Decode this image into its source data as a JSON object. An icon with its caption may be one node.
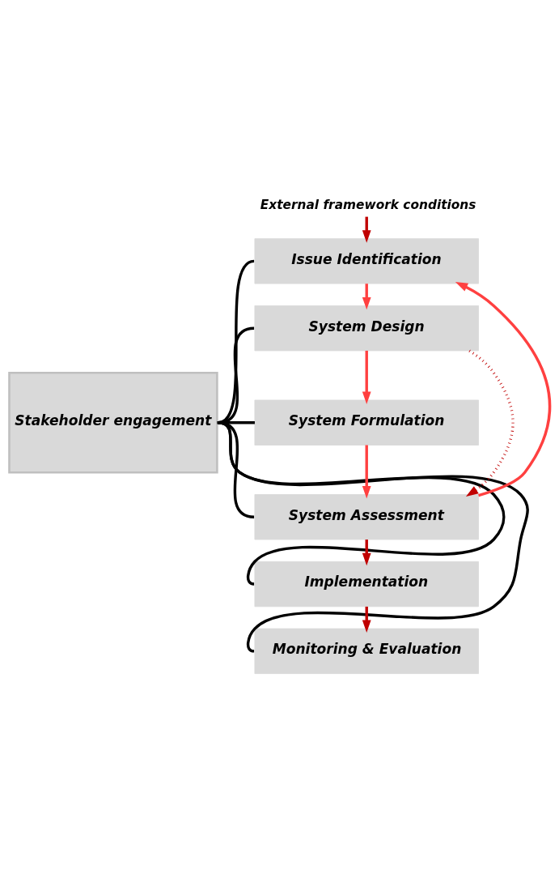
{
  "diagram": {
    "nodes": [
      {
        "text": [
          "External framework conditions"
        ]
      },
      {
        "text": [
          "Stakeholder engagement"
        ]
      },
      {
        "text": [
          "Issue Identification"
        ]
      },
      {
        "text": [
          "System Design"
        ]
      },
      {
        "text": [
          "System Formulation"
        ]
      },
      {
        "text": [
          "System Assessment"
        ]
      },
      {
        "text": [
          "Implementation"
        ]
      },
      {
        "text": [
          "Monitoring & Evaluation"
        ]
      }
    ],
    "edges": [
      {
        "from": 0,
        "to": 2,
        "arrow": "to",
        "color": "#c00000"
      },
      {
        "from": 2,
        "to": 3,
        "arrow": "to",
        "color": "#ff4040"
      },
      {
        "from": 3,
        "to": 4,
        "arrow": "to",
        "color": "#ff4040"
      },
      {
        "from": 4,
        "to": 5,
        "arrow": "to",
        "color": "#ff4040"
      },
      {
        "from": 5,
        "to": 2,
        "arrow": "to",
        "color": "#ff4040"
      },
      {
        "from": 3,
        "to": 5,
        "arrow": "to",
        "color": "#c00000",
        "style": "dashed"
      },
      {
        "from": 5,
        "to": 6,
        "arrow": "to",
        "color": "#c00000"
      },
      {
        "from": 6,
        "to": 7,
        "arrow": "to",
        "color": "#c00000"
      },
      {
        "from": 1,
        "to": 2,
        "arrow": "none"
      },
      {
        "from": 1,
        "to": 3,
        "arrow": "none"
      },
      {
        "from": 1,
        "to": 4,
        "arrow": "none"
      },
      {
        "from": 1,
        "to": 5,
        "arrow": "none"
      },
      {
        "from": 1,
        "to": 6,
        "arrow": "none"
      },
      {
        "from": 1,
        "to": 7,
        "arrow": "none"
      }
    ]
  }
}
